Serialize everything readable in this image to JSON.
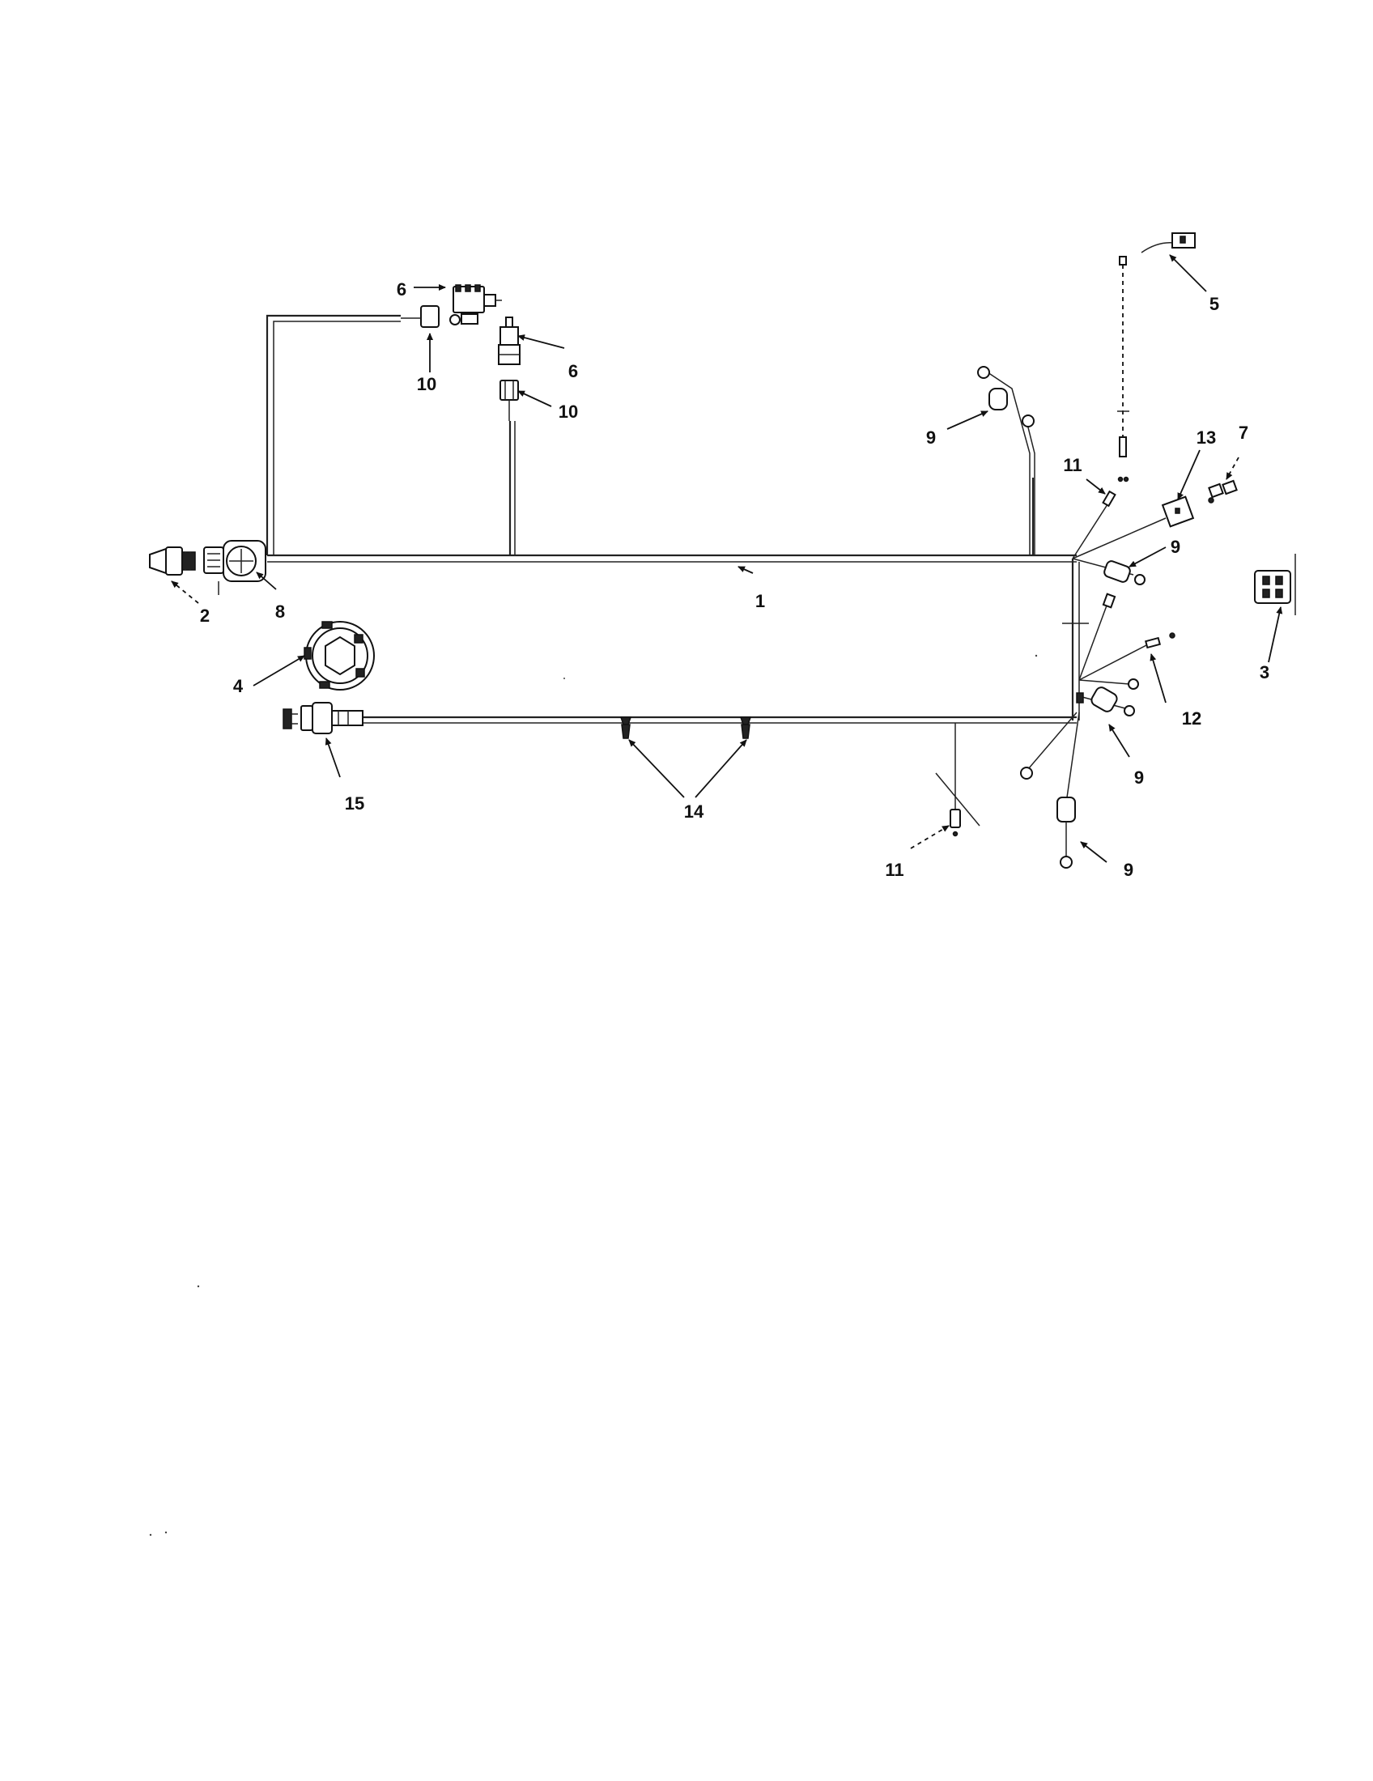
{
  "callouts": {
    "c1": "1",
    "c2": "2",
    "c3": "3",
    "c4": "4",
    "c5": "5",
    "c6a": "6",
    "c6b": "6",
    "c7": "7",
    "c8": "8",
    "c9a": "9",
    "c9b": "9",
    "c9c": "9",
    "c9d": "9",
    "c10a": "10",
    "c10b": "10",
    "c11a": "11",
    "c11b": "11",
    "c12": "12",
    "c13": "13",
    "c14": "14",
    "c15": "15"
  }
}
